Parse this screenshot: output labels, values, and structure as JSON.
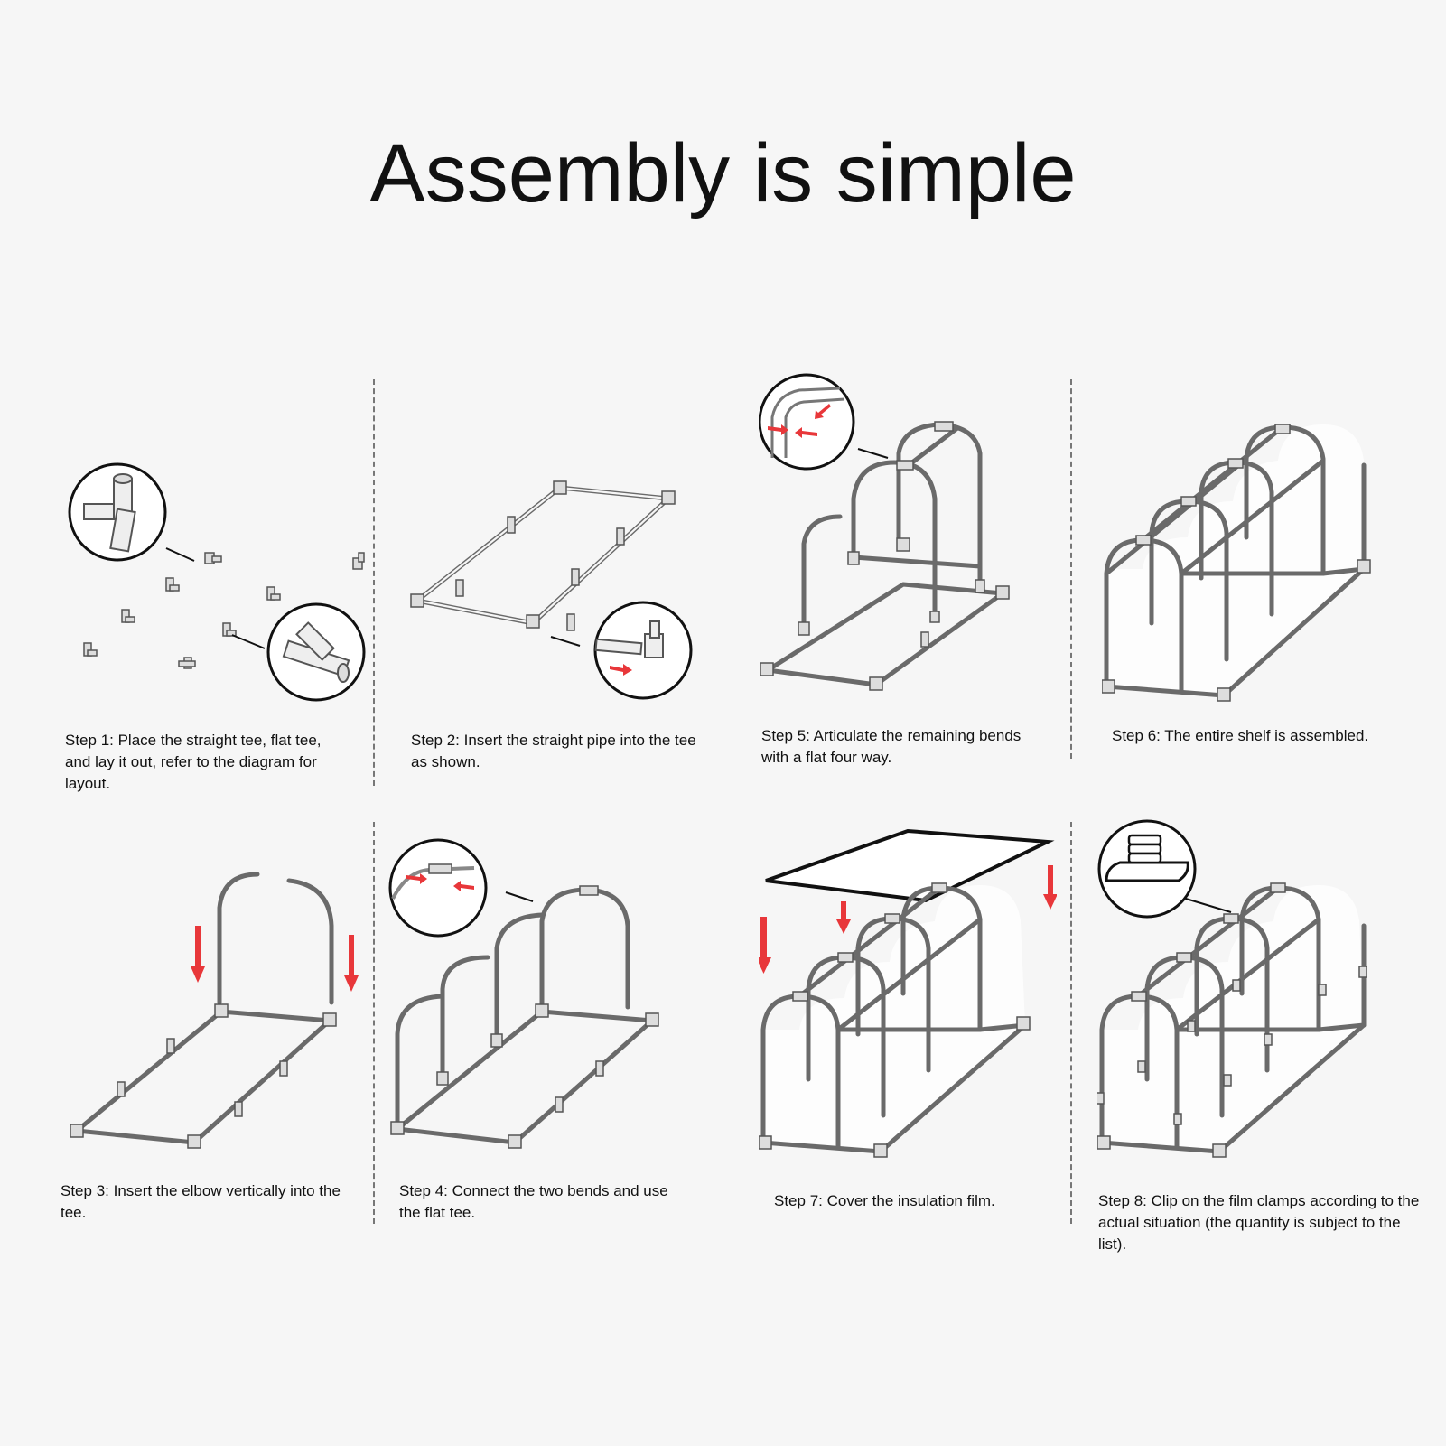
{
  "title": "Assembly is simple",
  "steps": [
    {
      "label": "Step 1: Place the straight tee, flat tee, and lay it out, refer to the diagram for layout."
    },
    {
      "label": "Step 2: Insert the straight pipe into the tee as shown."
    },
    {
      "label": "Step 5: Articulate the remaining bends with a flat four way."
    },
    {
      "label": "Step 6: The entire shelf is assembled."
    },
    {
      "label": "Step 3: Insert the elbow vertically into the tee."
    },
    {
      "label": "Step 4: Connect the two bends and use the flat tee."
    },
    {
      "label": "Step 7: Cover the insulation film."
    },
    {
      "label": "Step 8: Clip on the film clamps according to the actual situation (the quantity is subject to the list)."
    }
  ],
  "colors": {
    "background": "#f6f6f6",
    "arrow": "#e8373a",
    "pipe": "#6a6a6a"
  }
}
